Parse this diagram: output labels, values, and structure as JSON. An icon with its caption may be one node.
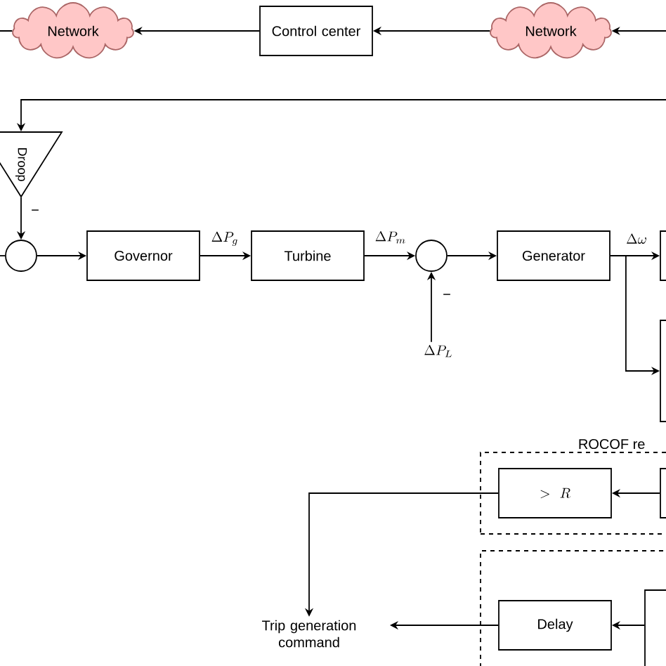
{
  "diagram": {
    "nodes": [
      {
        "text": [
          "Network"
        ]
      },
      {
        "text": [
          "Control center"
        ]
      },
      {
        "text": [
          "Network"
        ]
      },
      {
        "text": [
          "Droop"
        ]
      },
      {
        "text": [],
        "shape": "circle"
      },
      {
        "text": [
          "Governor"
        ]
      },
      {
        "text": [
          "Turbine"
        ]
      },
      {
        "text": [],
        "shape": "circle"
      },
      {
        "text": [
          "\\Delta P_L"
        ]
      },
      {
        "text": [
          "Generator"
        ]
      },
      {
        "text": [],
        "shape": "box"
      },
      {
        "text": [],
        "shape": "box"
      },
      {
        "text": [
          "ROCOF re"
        ]
      },
      {
        "text": [
          "> R"
        ],
        "in": 12
      },
      {
        "text": [],
        "shape": "box"
      },
      {
        "text": [],
        "shape": "box"
      },
      {
        "text": [
          "Delay"
        ],
        "in": 15
      },
      {
        "text": [],
        "shape": "box"
      },
      {
        "text": [
          "Trip generation command"
        ]
      }
    ],
    "edges": [
      {
        "from": 0,
        "to": null,
        "arrow": "none"
      },
      {
        "from": 1,
        "to": 0,
        "arrow": "to"
      },
      {
        "from": 2,
        "to": 1,
        "arrow": "to"
      },
      {
        "from": null,
        "to": 2,
        "arrow": "to"
      },
      {
        "from": null,
        "to": 3,
        "arrow": "to"
      },
      {
        "from": 3,
        "to": 4,
        "arrow": "to",
        "label": "−"
      },
      {
        "from": null,
        "to": 4,
        "arrow": "none"
      },
      {
        "from": 4,
        "to": 5,
        "arrow": "to"
      },
      {
        "from": 5,
        "to": 6,
        "arrow": "to",
        "label": "\\Delta P_g"
      },
      {
        "from": 6,
        "to": 7,
        "arrow": "to",
        "label": "\\Delta P_m"
      },
      {
        "from": 8,
        "to": 7,
        "arrow": "to",
        "label": "−"
      },
      {
        "from": 7,
        "to": 9,
        "arrow": "to"
      },
      {
        "from": 9,
        "to": 10,
        "arrow": "to",
        "label": "\\Delta\\omega"
      },
      {
        "from": 9,
        "to": 11,
        "arrow": "to"
      },
      {
        "from": 14,
        "to": 13,
        "arrow": "to"
      },
      {
        "from": 13,
        "to": 18,
        "arrow": "to"
      },
      {
        "from": 17,
        "to": 16,
        "arrow": "to"
      },
      {
        "from": 16,
        "to": 18,
        "arrow": "to"
      }
    ]
  }
}
